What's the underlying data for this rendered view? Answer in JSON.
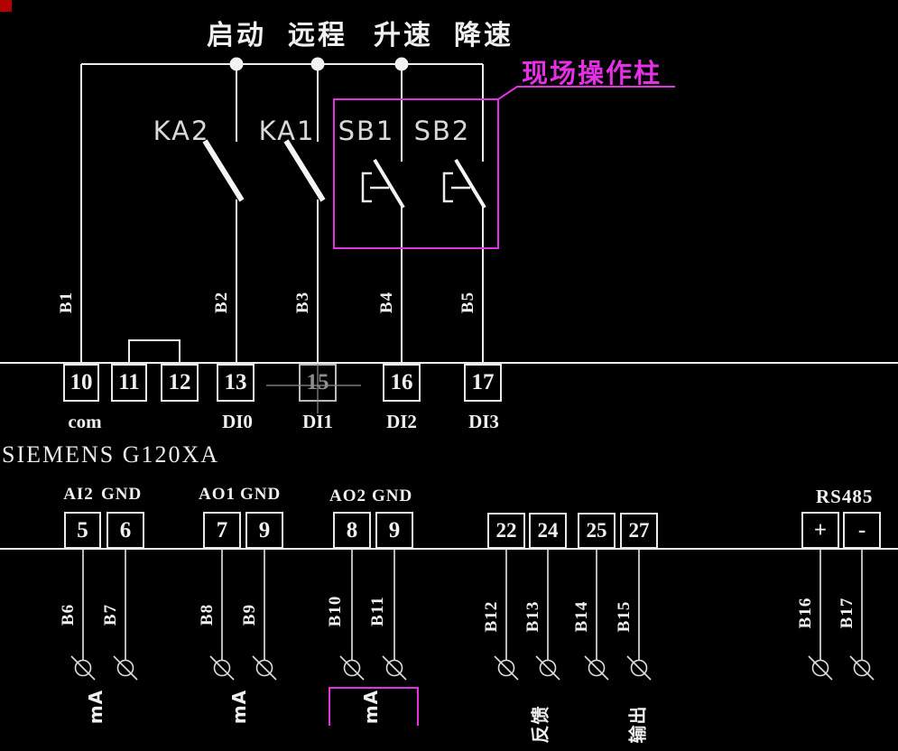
{
  "colors": {
    "background": "#000000",
    "line": "#ededed",
    "magenta": "#e331e3",
    "red_marker": "#b30000",
    "ghost": "#9e9e9e"
  },
  "top_labels": {
    "start": "启动",
    "remote": "远程",
    "speed_up": "升速",
    "speed_down": "降速"
  },
  "callout": {
    "label": "现场操作柱"
  },
  "contacts": {
    "ka2": "KA2",
    "ka1": "KA1",
    "sb1": "SB1",
    "sb2": "SB2"
  },
  "wire_labels_top": [
    "B1",
    "B2",
    "B3",
    "B4",
    "B5"
  ],
  "device": {
    "name": "SIEMENS G120XA"
  },
  "terminals_top": [
    {
      "num": "10",
      "label": "com"
    },
    {
      "num": "11",
      "label": ""
    },
    {
      "num": "12",
      "label": ""
    },
    {
      "num": "13",
      "label": "DI0"
    },
    {
      "num": "15",
      "label": "DI1"
    },
    {
      "num": "16",
      "label": "DI2"
    },
    {
      "num": "17",
      "label": "DI3"
    }
  ],
  "port_labels": {
    "ai2": "AI2",
    "gnd1": "GND",
    "ao1": "AO1",
    "gnd2": "GND",
    "ao2": "AO2",
    "gnd3": "GND",
    "rs485": "RS485"
  },
  "terminals_bottom": [
    "5",
    "6",
    "7",
    "9",
    "8",
    "9",
    "22",
    "24",
    "25",
    "27",
    "+",
    "-"
  ],
  "wire_labels_bottom": [
    "B6",
    "B7",
    "B8",
    "B9",
    "B10",
    "B11",
    "B12",
    "B13",
    "B14",
    "B15",
    "B16",
    "B17"
  ],
  "bottom_notes": {
    "ma1": "mA",
    "ma2": "mA",
    "ma3": "mA",
    "feedback": "反馈",
    "output": "输出"
  }
}
